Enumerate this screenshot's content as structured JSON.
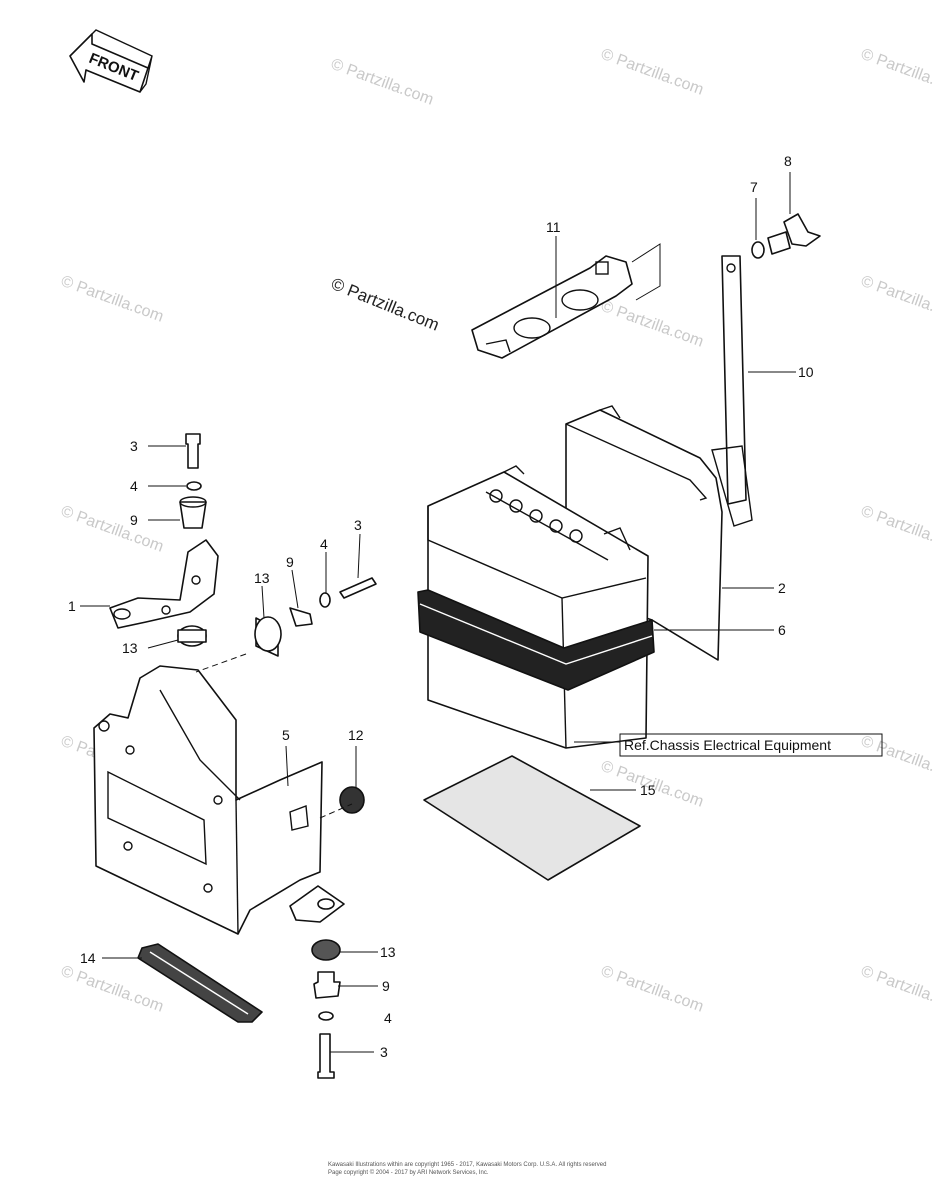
{
  "front_label": "FRONT",
  "copyright_mark": "© Partzilla.com",
  "watermark_text": "© Partzilla.com",
  "reference_note": "Ref.Chassis Electrical Equipment",
  "footer_lines": [
    "Kawasaki Illustrations within are copyright 1965 - 2017, Kawasaki Motors Corp. U.S.A. All rights reserved",
    "Page copyright © 2004 - 2017 by ARI Network Services, Inc."
  ],
  "callouts": [
    {
      "id": "c8",
      "text": "8"
    },
    {
      "id": "c7",
      "text": "7"
    },
    {
      "id": "c11",
      "text": "11"
    },
    {
      "id": "c10",
      "text": "10"
    },
    {
      "id": "c3a",
      "text": "3"
    },
    {
      "id": "c4a",
      "text": "4"
    },
    {
      "id": "c9a",
      "text": "9"
    },
    {
      "id": "c1",
      "text": "1"
    },
    {
      "id": "c13a",
      "text": "13"
    },
    {
      "id": "c3b",
      "text": "3"
    },
    {
      "id": "c4b",
      "text": "4"
    },
    {
      "id": "c9b",
      "text": "9"
    },
    {
      "id": "c13b",
      "text": "13"
    },
    {
      "id": "c2",
      "text": "2"
    },
    {
      "id": "c6",
      "text": "6"
    },
    {
      "id": "c5",
      "text": "5"
    },
    {
      "id": "c12",
      "text": "12"
    },
    {
      "id": "c15",
      "text": "15"
    },
    {
      "id": "c14",
      "text": "14"
    },
    {
      "id": "c13c",
      "text": "13"
    },
    {
      "id": "c9c",
      "text": "9"
    },
    {
      "id": "c4c",
      "text": "4"
    },
    {
      "id": "c3c",
      "text": "3"
    }
  ]
}
